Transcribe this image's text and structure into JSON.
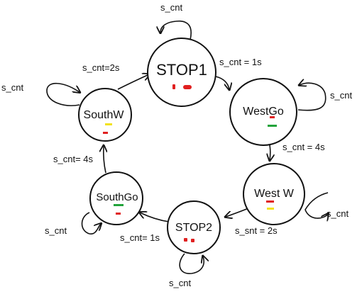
{
  "diagram": {
    "states": [
      {
        "id": "stop1",
        "label": "STOP1",
        "lights": [
          "red",
          "red"
        ]
      },
      {
        "id": "westgo",
        "label": "WestGo",
        "lights": [
          "red",
          "green"
        ]
      },
      {
        "id": "westw",
        "label": "West W",
        "lights": [
          "red",
          "yellow"
        ]
      },
      {
        "id": "stop2",
        "label": "STOP2",
        "lights": [
          "red",
          "red"
        ]
      },
      {
        "id": "southgo",
        "label": "SouthGo",
        "lights": [
          "green",
          "red"
        ]
      },
      {
        "id": "southw",
        "label": "SouthW",
        "lights": [
          "yellow",
          "red"
        ]
      }
    ],
    "transitions": [
      {
        "from": "stop1",
        "to": "westgo",
        "label": "s_cnt = 1s"
      },
      {
        "from": "westgo",
        "to": "westw",
        "label": "s_cnt = 4s"
      },
      {
        "from": "westw",
        "to": "stop2",
        "label": "s_snt = 2s"
      },
      {
        "from": "stop2",
        "to": "southgo",
        "label": "s_cnt= 1s"
      },
      {
        "from": "southgo",
        "to": "southw",
        "label": "s_cnt= 4s"
      },
      {
        "from": "southw",
        "to": "stop1",
        "label": "s_cnt=2s"
      }
    ],
    "self_loops": [
      {
        "state": "stop1",
        "label": "s_cnt"
      },
      {
        "state": "westgo",
        "label": "s_cnt"
      },
      {
        "state": "westw",
        "label": "s_cnt"
      },
      {
        "state": "stop2",
        "label": "s_cnt"
      },
      {
        "state": "southgo",
        "label": "s_cnt"
      },
      {
        "state": "southw",
        "label": "s_cnt"
      }
    ],
    "colors": {
      "stroke": "#111111",
      "red": "#e02020",
      "green": "#22a33a",
      "yellow": "#f2e21a"
    }
  }
}
